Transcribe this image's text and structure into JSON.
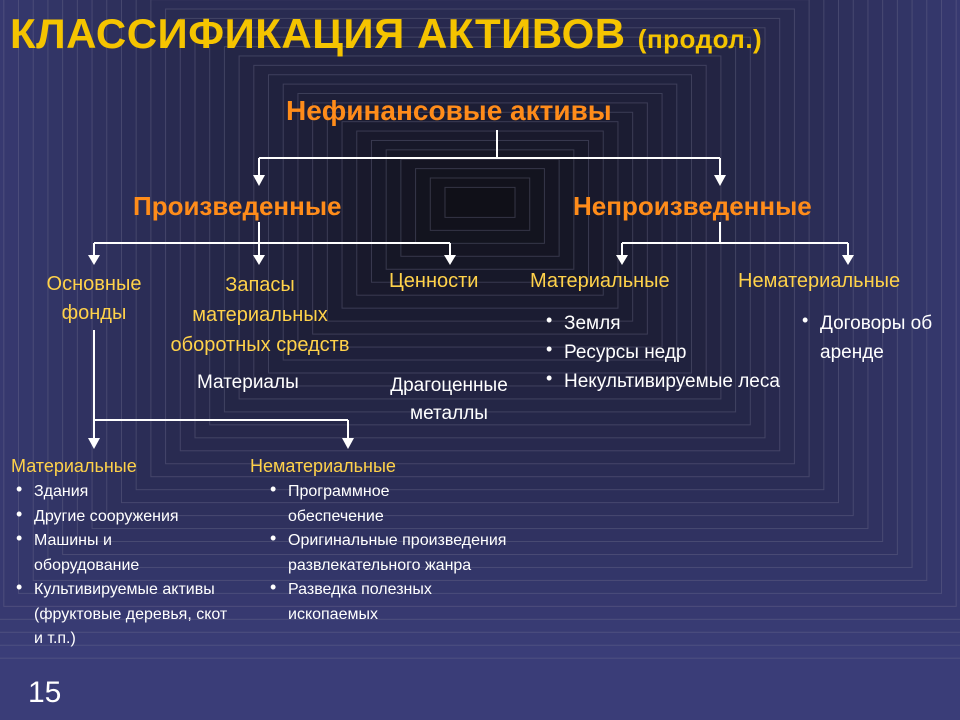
{
  "slide": {
    "title": "КЛАССИФИКАЦИЯ АКТИВОВ",
    "title_suffix": "(продол.)",
    "page_number": "15"
  },
  "tree": {
    "root": "Нефинансовые активы",
    "produced": "Произведенные",
    "non_produced": "Непроизведенные",
    "fixed_assets_line1": "Основные",
    "fixed_assets_line2": "фонды",
    "inventories_line1": "Запасы",
    "inventories_line2": "материальных",
    "inventories_line3": "оборотных средств",
    "inventories_example": "Материалы",
    "valuables": "Ценности",
    "valuables_example_line1": "Драгоценные",
    "valuables_example_line2": "металлы",
    "np_tangible": "Материальные",
    "np_intangible": "Нематериальные",
    "np_tangible_items": [
      "Земля",
      "Ресурсы недр",
      "Некультивируемые леса"
    ],
    "np_intangible_items": [
      "Договоры об аренде"
    ],
    "fa_tangible": "Материальные",
    "fa_intangible": "Нематериальные",
    "fa_tangible_items": [
      "Здания",
      "Другие сооружения",
      "Машины и оборудование",
      "Культивируемые активы (фруктовые деревья, скот и т.п.)"
    ],
    "fa_intangible_items": [
      "Программное обеспечение",
      "Оригинальные произведения развлекательного жанра",
      "Разведка полезных ископаемых"
    ]
  }
}
